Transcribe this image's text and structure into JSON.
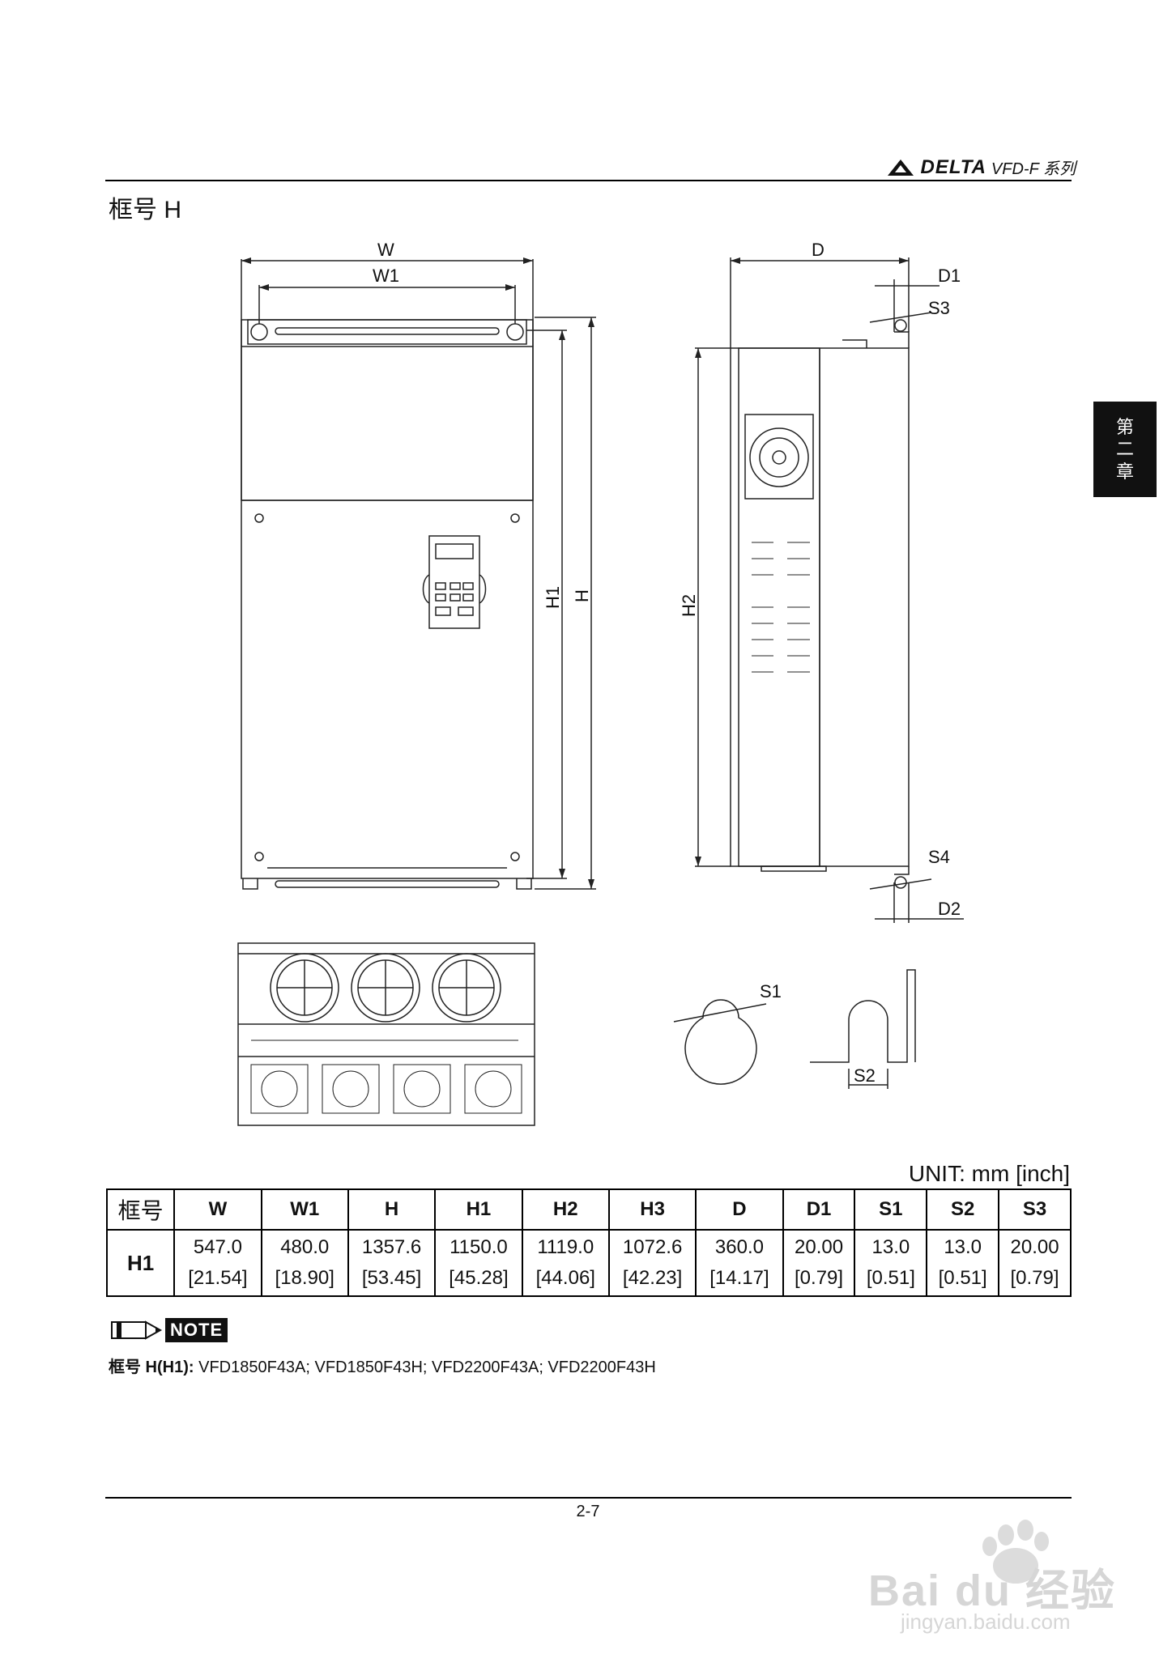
{
  "header": {
    "brand_name": "DELTA",
    "series": "VFD-F 系列"
  },
  "frame_title": "框号 H",
  "chapter_tab": [
    "第",
    "二",
    "章"
  ],
  "drawing_labels": {
    "W": "W",
    "W1": "W1",
    "H": "H",
    "H1": "H1",
    "H2": "H2",
    "D": "D",
    "D1": "D1",
    "D2": "D2",
    "S1": "S1",
    "S2": "S2",
    "S3": "S3",
    "S4": "S4"
  },
  "unit_label": "UNIT:  mm  [inch]",
  "table": {
    "headers": [
      "框号",
      "W",
      "W1",
      "H",
      "H1",
      "H2",
      "H3",
      "D",
      "D1",
      "S1",
      "S2",
      "S3"
    ],
    "model": "H1",
    "mm": [
      "547.0",
      "480.0",
      "1357.6",
      "1150.0",
      "1119.0",
      "1072.6",
      "360.0",
      "20.00",
      "13.0",
      "13.0",
      "20.00"
    ],
    "inch": [
      "[21.54]",
      "[18.90]",
      "[53.45]",
      "[45.28]",
      "[44.06]",
      "[42.23]",
      "[14.17]",
      "[0.79]",
      "[0.51]",
      "[0.51]",
      "[0.79]"
    ]
  },
  "note": {
    "badge": "NOTE",
    "label": "框号 H(H1):",
    "models": " VFD1850F43A; VFD1850F43H; VFD2200F43A; VFD2200F43H"
  },
  "page_number": "2-7",
  "watermark": {
    "brand": "Bai du 经验",
    "url": "jingyan.baidu.com"
  }
}
